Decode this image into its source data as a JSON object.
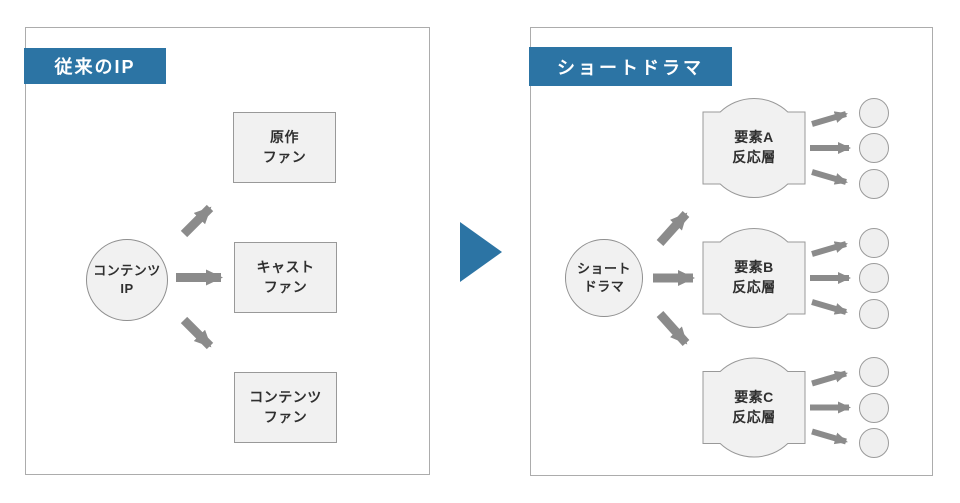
{
  "diagram": {
    "left": {
      "title": "従来のIP",
      "source_label": "コンテンツ\nIP",
      "fans": [
        "原作\nファン",
        "キャスト\nファン",
        "コンテンツ\nファン"
      ]
    },
    "right": {
      "title": "ショートドラマ",
      "source_label": "ショート\nドラマ",
      "clusters": [
        "要素A\n反応層",
        "要素B\n反応層",
        "要素C\n反応層"
      ]
    },
    "colors": {
      "accent_blue": "#2C74A4",
      "arrow_gray": "#8B8B8B",
      "shape_fill": "#F1F1F1",
      "shape_border": "#999999",
      "text_dark": "#2F2F2F"
    }
  }
}
